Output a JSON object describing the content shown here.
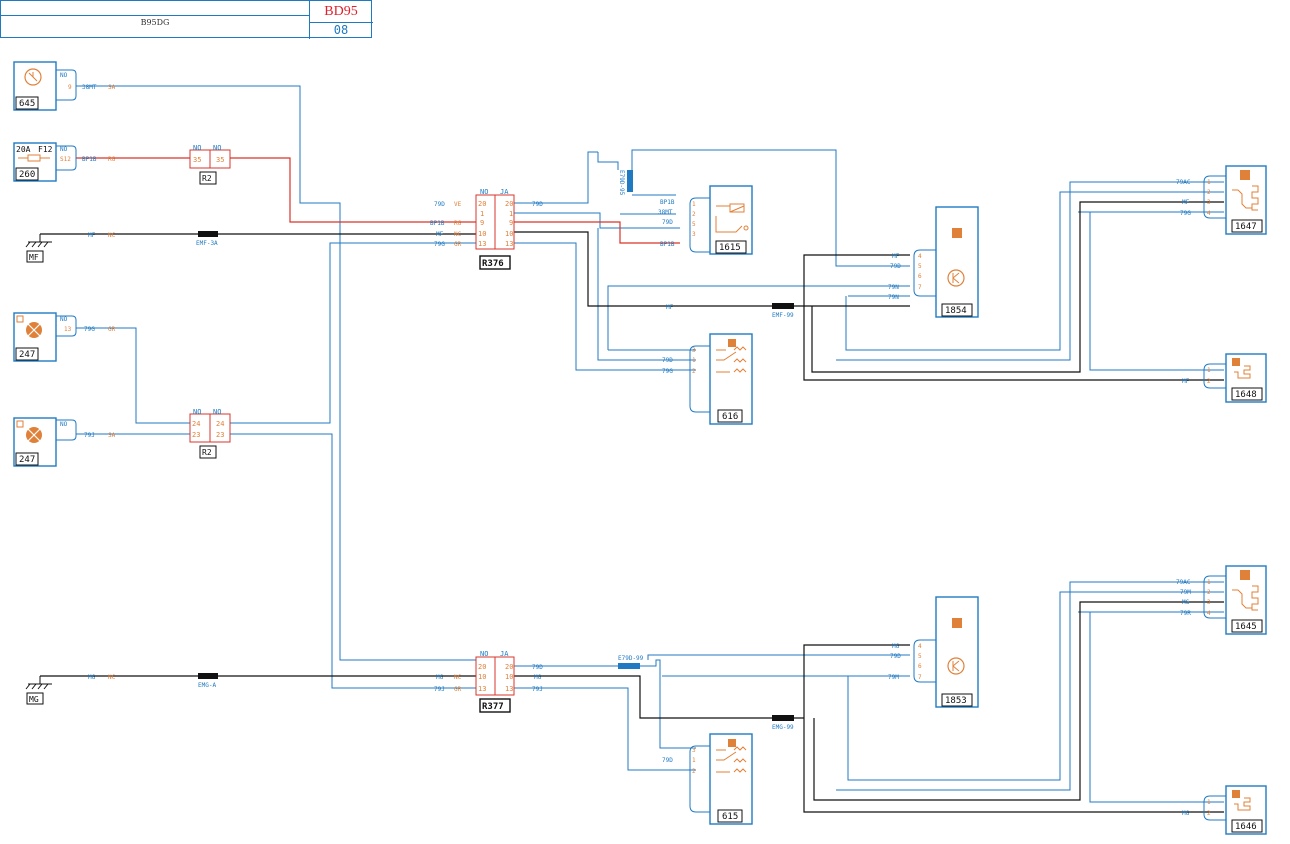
{
  "title_block": {
    "name": "B95DG",
    "code": "BD95",
    "page": "08"
  },
  "colors": {
    "wire": "#1f7ac2",
    "power": "#d9342b",
    "ground": "#111111",
    "label": "#e0813a",
    "box": "#1f7ac2"
  },
  "components": [
    {
      "id": "c645",
      "label": "645",
      "icon": "horn-symbol-icon"
    },
    {
      "id": "c260",
      "label": "260",
      "rating": "20A",
      "fuse": "F12",
      "icon": "fuse-icon"
    },
    {
      "id": "c247a",
      "label": "247",
      "icon": "lamp-icon"
    },
    {
      "id": "c247b",
      "label": "247",
      "icon": "lamp-icon"
    },
    {
      "id": "c1615",
      "label": "1615",
      "icon": "relay-icon"
    },
    {
      "id": "c616",
      "label": "616",
      "icon": "switch-icon"
    },
    {
      "id": "c615",
      "label": "615",
      "icon": "switch-icon"
    },
    {
      "id": "c1854",
      "label": "1854",
      "icon": "control-unit-icon"
    },
    {
      "id": "c1853",
      "label": "1853",
      "icon": "control-unit-icon"
    },
    {
      "id": "c1647",
      "label": "1647",
      "icon": "heater-icon"
    },
    {
      "id": "c1648",
      "label": "1648",
      "icon": "heater-icon"
    },
    {
      "id": "c1645",
      "label": "1645",
      "icon": "heater-icon"
    },
    {
      "id": "c1646",
      "label": "1646",
      "icon": "heater-icon"
    }
  ],
  "connectors": {
    "r2_top": {
      "label": "R2",
      "left": [
        "NO",
        "35"
      ],
      "right": [
        "NO",
        "35"
      ]
    },
    "r2_bottom": {
      "label": "R2",
      "left": [
        "NO",
        "24",
        "23"
      ],
      "right": [
        "NO",
        "24",
        "23"
      ]
    },
    "r376": {
      "label": "R376",
      "left_color": "NO",
      "right_color": "JA",
      "left_pins": [
        "20",
        "1",
        "9",
        "10",
        "13"
      ],
      "right_pins": [
        "20",
        "1",
        "9",
        "10",
        "13"
      ]
    },
    "r377": {
      "label": "R377",
      "left_color": "NO",
      "right_color": "JA",
      "left_pins": [
        "20",
        "10",
        "13"
      ],
      "right_pins": [
        "20",
        "10",
        "13"
      ]
    }
  },
  "grounds": [
    {
      "label": "MF"
    },
    {
      "label": "MG"
    }
  ],
  "splices": [
    {
      "label": "EMF-3A"
    },
    {
      "label": "EMG-A"
    },
    {
      "label": "EMF-99"
    },
    {
      "label": "EMG-99"
    },
    {
      "label": "E79D-99"
    },
    {
      "label": "E79D-95"
    }
  ],
  "wires": [
    {
      "id": "w645",
      "pin": "9",
      "color": "NO",
      "code": "38MT",
      "sleeve": "SA"
    },
    {
      "id": "w260",
      "pin": "S12",
      "color": "NO",
      "code": "BP1B",
      "sleeve": "RG"
    },
    {
      "id": "wmf",
      "color": "NC",
      "code": "MF"
    },
    {
      "id": "w247a",
      "pin": "13",
      "color": "NO",
      "code": "79G",
      "sleeve": "GR"
    },
    {
      "id": "w247b",
      "color": "NO",
      "code": "79J",
      "sleeve": "SA"
    },
    {
      "id": "wmg",
      "color": "NC",
      "code": "MG"
    }
  ],
  "r376_left_labels": [
    {
      "code": "79D",
      "sleeve": "VE"
    },
    {
      "code": "BP1B",
      "sleeve": "RG"
    },
    {
      "code": "MF",
      "sleeve": "NC"
    },
    {
      "code": "79G",
      "sleeve": "GR"
    }
  ],
  "r376_right_labels": [
    "79D"
  ],
  "r377_left_labels": [
    {
      "code": "MG",
      "sleeve": "NC"
    },
    {
      "code": "79J",
      "sleeve": "GR"
    }
  ],
  "r377_right_labels": [
    "79D",
    "MG",
    "79J"
  ],
  "c1615_pins": [
    {
      "pin": "1",
      "code": "BP1B"
    },
    {
      "pin": "2",
      "code": "38MT"
    },
    {
      "pin": "5",
      "code": "79D"
    },
    {
      "pin": "3",
      "code": "BP1B"
    }
  ],
  "c616_pins": [
    {
      "pin": "3",
      "code": ""
    },
    {
      "pin": "1",
      "code": "79D"
    },
    {
      "pin": "2",
      "code": "79G"
    }
  ],
  "c615_pins": [
    {
      "pin": "3",
      "code": ""
    },
    {
      "pin": "1",
      "code": "79D"
    },
    {
      "pin": "2",
      "code": ""
    }
  ],
  "c1854_pins": [
    {
      "pin": "4",
      "code": "MF"
    },
    {
      "pin": "5",
      "code": "79D"
    },
    {
      "pin": "6",
      "code": ""
    },
    {
      "pin": "7",
      "code": "79N"
    },
    {
      "pin": "",
      "code": "79N"
    }
  ],
  "c1853_pins": [
    {
      "pin": "4",
      "code": "MG"
    },
    {
      "pin": "5",
      "code": "79D"
    },
    {
      "pin": "6",
      "code": ""
    },
    {
      "pin": "7",
      "code": "79M"
    }
  ],
  "c1647_pins": [
    {
      "pin": "1",
      "code": "79AC"
    },
    {
      "pin": "2",
      "code": ""
    },
    {
      "pin": "3",
      "code": "MF"
    },
    {
      "pin": "4",
      "code": "79G"
    }
  ],
  "c1648_pins": [
    {
      "pin": "1",
      "code": ""
    },
    {
      "pin": "2",
      "code": "MF"
    }
  ],
  "c1645_pins": [
    {
      "pin": "1",
      "code": "79AC"
    },
    {
      "pin": "2",
      "code": "79M"
    },
    {
      "pin": "3",
      "code": "MG"
    },
    {
      "pin": "4",
      "code": "79R"
    }
  ],
  "c1646_pins": [
    {
      "pin": "1",
      "code": ""
    },
    {
      "pin": "2",
      "code": "MG"
    }
  ],
  "emf99_wire_label": "MF",
  "e79d95_label": "E79D-95"
}
